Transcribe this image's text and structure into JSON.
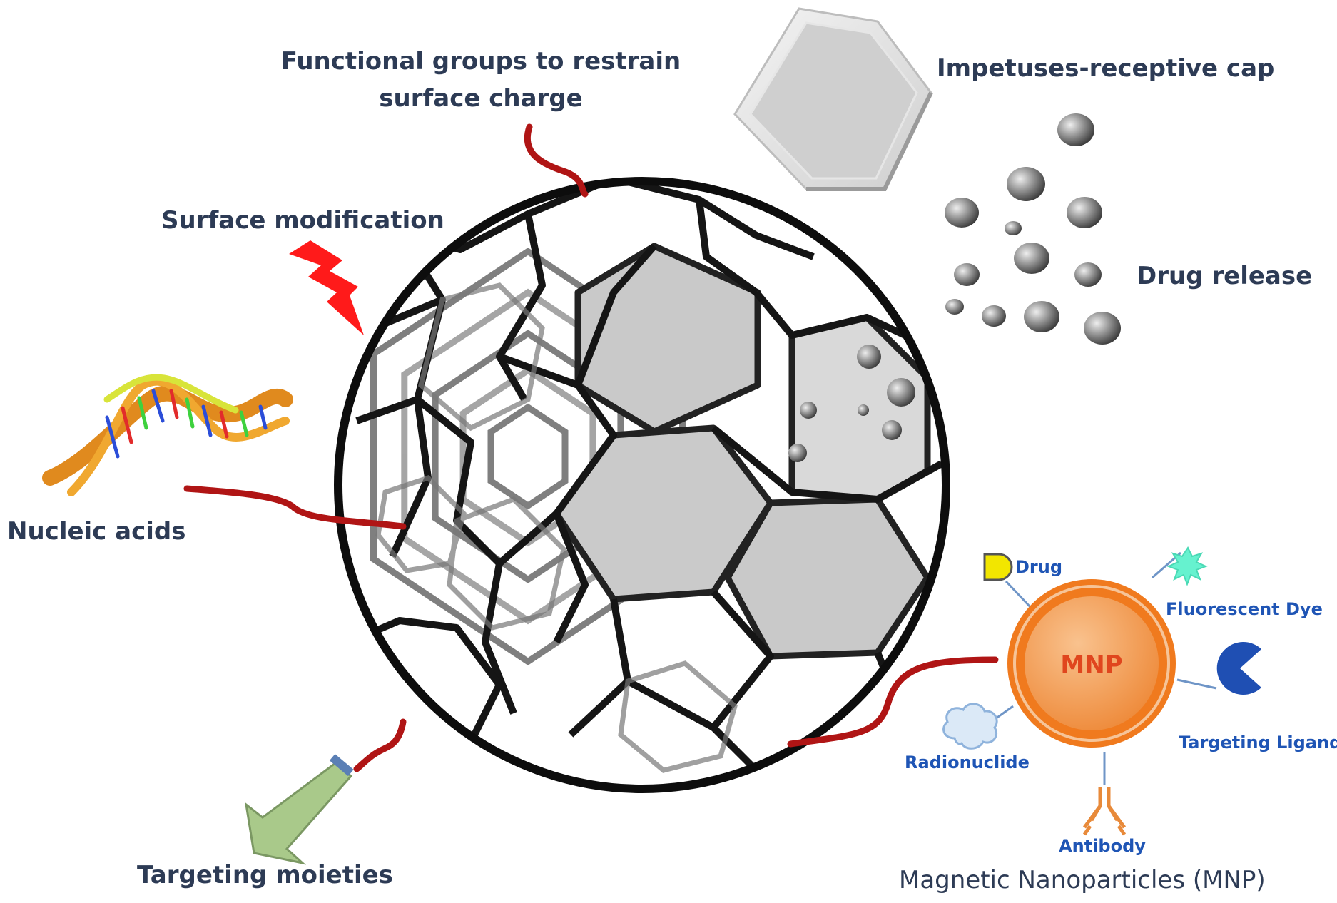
{
  "labels": {
    "functional_groups_line1": "Functional groups to restrain",
    "functional_groups_line2": "surface charge",
    "impetuses_cap": "Impetuses-receptive cap",
    "surface_modification": "Surface modification",
    "drug_release": "Drug release",
    "nucleic_acids": "Nucleic acids",
    "targeting_moieties": "Targeting moieties",
    "mnp_title": "Magnetic Nanoparticles (MNP)"
  },
  "mnp": {
    "core_label": "MNP",
    "drug": "Drug",
    "fluorescent_dye": "Fluorescent Dye",
    "targeting_ligand": "Targeting Ligand",
    "radionuclide": "Radionuclide",
    "antibody": "Antibody"
  },
  "colors": {
    "label_text": "#2d3b55",
    "small_text": "#1f55b5",
    "linker": "#b01515",
    "mnp_orange": "#f07a1e",
    "mnp_core": "#f5a25e",
    "lightning": "#ff1a1a",
    "arrow_fill": "#a9c98a",
    "drug_icon": "#f2e600",
    "ligand_icon": "#1f4fb3",
    "dye_icon": "#66f2cf"
  }
}
